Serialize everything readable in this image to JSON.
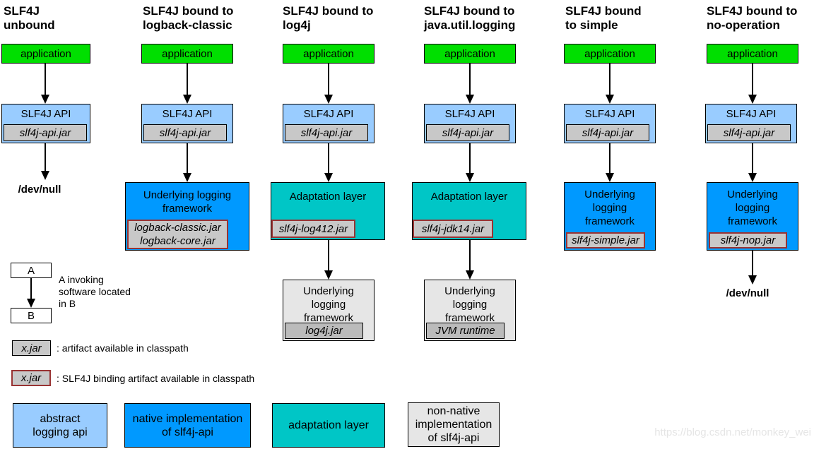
{
  "colors": {
    "green": "#00DF00",
    "light-blue": "#99CCFF",
    "blue": "#0099FF",
    "teal": "#00C6C6",
    "jar-gray": "#C8C8C8",
    "jar-dark-gray": "#BBBBBB",
    "box-gray": "#E6E6E6",
    "binding-border": "#993333",
    "watermark-gray": "#E5E5E5"
  },
  "columns": [
    {
      "title": "SLF4J\nunbound",
      "application": "application",
      "api_label": "SLF4J API",
      "api_jar": "slf4j-api.jar",
      "sink": "/dev/null"
    },
    {
      "title": "SLF4J bound to\nlogback-classic",
      "application": "application",
      "api_label": "SLF4J API",
      "api_jar": "slf4j-api.jar",
      "framework_label": "Underlying logging\nframework",
      "framework_jar": "logback-classic.jar\nlogback-core.jar"
    },
    {
      "title": "SLF4J bound to\nlog4j",
      "application": "application",
      "api_label": "SLF4J API",
      "api_jar": "slf4j-api.jar",
      "adaptation_label": "Adaptation layer",
      "adaptation_jar": "slf4j-log412.jar",
      "framework_label": "Underlying\nlogging\nframework",
      "framework_jar": "log4j.jar"
    },
    {
      "title": "SLF4J bound to\njava.util.logging",
      "application": "application",
      "api_label": "SLF4J API",
      "api_jar": "slf4j-api.jar",
      "adaptation_label": "Adaptation layer",
      "adaptation_jar": "slf4j-jdk14.jar",
      "framework_label": "Underlying\nlogging\nframework",
      "framework_jar": "JVM runtime"
    },
    {
      "title": "SLF4J bound\nto simple",
      "application": "application",
      "api_label": "SLF4J API",
      "api_jar": "slf4j-api.jar",
      "framework_label": "Underlying\nlogging\nframework",
      "framework_jar": "slf4j-simple.jar"
    },
    {
      "title": "SLF4J bound to\nno-operation",
      "application": "application",
      "api_label": "SLF4J API",
      "api_jar": "slf4j-api.jar",
      "framework_label": "Underlying\nlogging\nframework",
      "framework_jar": "slf4j-nop.jar",
      "sink": "/dev/null"
    }
  ],
  "legend": {
    "box_a": "A",
    "box_b": "B",
    "invoke_note": "A invoking\nsoftware located\nin B",
    "jar_plain": "x.jar",
    "jar_plain_note": ": artifact available in classpath",
    "jar_binding": "x.jar",
    "jar_binding_note": ": SLF4J binding artifact available in classpath"
  },
  "color_key": [
    {
      "label": "abstract\nlogging api"
    },
    {
      "label": "native implementation\nof slf4j-api"
    },
    {
      "label": "adaptation layer"
    },
    {
      "label": "non-native\nimplementation\nof slf4j-api"
    }
  ],
  "watermark": "https://blog.csdn.net/monkey_wei"
}
